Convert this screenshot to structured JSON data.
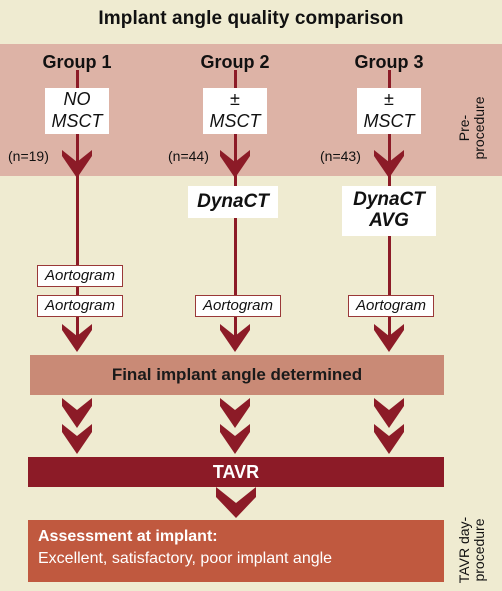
{
  "title": "Implant angle quality comparison",
  "pre_procedure_label": [
    "Pre-",
    "procedure"
  ],
  "tavr_day_label": [
    "TAVR day-",
    "procedure"
  ],
  "groups": [
    {
      "name": "Group 1",
      "imaging": [
        "NO",
        "MSCT"
      ],
      "count": "(n=19)",
      "dynact": [],
      "aortograms": [
        "Aortogram",
        "Aortogram"
      ]
    },
    {
      "name": "Group 2",
      "imaging": [
        "±",
        "MSCT"
      ],
      "count": "(n=44)",
      "dynact": [
        "DynaCT"
      ],
      "aortograms": [
        "Aortogram"
      ]
    },
    {
      "name": "Group 3",
      "imaging": [
        "±",
        "MSCT"
      ],
      "count": "(n=43)",
      "dynact": [
        "DynaCT",
        "AVG"
      ],
      "aortograms": [
        "Aortogram"
      ]
    }
  ],
  "final_step": "Final implant angle determined",
  "tavr": "TAVR",
  "assessment": {
    "heading": "Assessment at implant:",
    "text": "Excellent, satisfactory, poor implant angle"
  },
  "colors": {
    "background": "#efebd1",
    "pre_panel": "#ddb3a6",
    "arrow": "#8c1b27",
    "final_box": "#c98a76",
    "tavr_box": "#8c1b27",
    "assessment_box": "#c0593f"
  }
}
